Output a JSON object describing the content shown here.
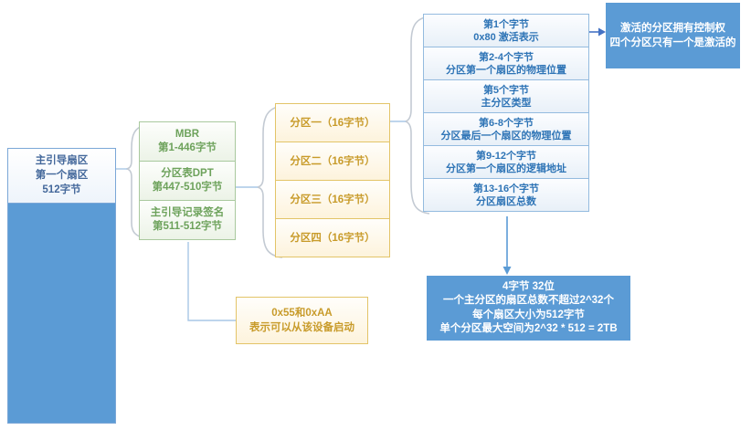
{
  "boot_sector": {
    "lines": [
      "主引导扇区",
      "第一个扇区",
      "512字节"
    ]
  },
  "mbr_stack": {
    "cells": [
      {
        "line1": "MBR",
        "line2": "第1-446字节"
      },
      {
        "line1": "分区表DPT",
        "line2": "第447-510字节"
      },
      {
        "line1": "主引导记录签名",
        "line2": "第511-512字节"
      }
    ]
  },
  "partition_stack": {
    "cells": [
      "分区一（16字节）",
      "分区二（16字节）",
      "分区三（16字节）",
      "分区四（16字节）"
    ]
  },
  "entry_stack": {
    "cells": [
      {
        "line1": "第1个字节",
        "line2": "0x80 激活表示"
      },
      {
        "line1": "第2-4个字节",
        "line2": "分区第一个扇区的物理位置"
      },
      {
        "line1": "第5个字节",
        "line2": "主分区类型"
      },
      {
        "line1": "第6-8个字节",
        "line2": "分区最后一个扇区的物理位置"
      },
      {
        "line1": "第9-12个字节",
        "line2": "分区第一个扇区的逻辑地址"
      },
      {
        "line1": "第13-16个字节",
        "line2": "分区扇区总数"
      }
    ]
  },
  "active_note": {
    "lines": [
      "激活的分区拥有控制权",
      "四个分区只有一个是激活的"
    ]
  },
  "signature_note": {
    "lines": [
      "0x55和0xAA",
      "表示可以从该设备启动"
    ]
  },
  "capacity_note": {
    "lines": [
      "4字节 32位",
      "一个主分区的扇区总数不超过2^32个",
      "每个扇区大小为512字节",
      "单个分区最大空间为2^32 * 512 = 2TB"
    ]
  },
  "colors": {
    "solid_blue": "#5B9BD5",
    "blue_border": "#94BBDF",
    "blue_text": "#2E74B6",
    "green_border": "#A9C99E",
    "green_text": "#6DA25B",
    "gold_border": "#E3C468",
    "gold_text": "#C89B2A",
    "connector_blue": "#A9C7E5",
    "arrow_blue": "#4472C4",
    "brace_gray": "#C3CAD3"
  }
}
